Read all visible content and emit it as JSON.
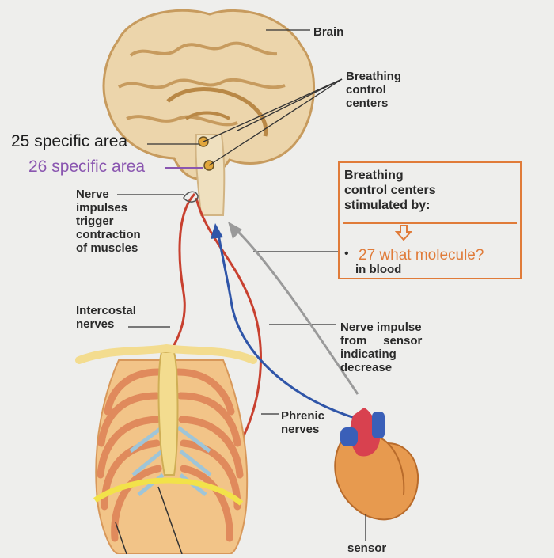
{
  "labels": {
    "brain": "Brain",
    "breathing_control_centers": "Breathing\ncontrol\ncenters",
    "area25": "25 specific area",
    "area26": "26 specific area",
    "nerve_impulses": "Nerve\nimpulses\ntrigger\ncontraction\nof muscles",
    "intercostal": "Intercostal\nnerves",
    "phrenic": "Phrenic\nnerves",
    "nerve_impulse_sensor": "Nerve impulse\nfrom     sensor\nindicating\ndecrease",
    "sensor": "sensor"
  },
  "box": {
    "title": "Breathing\ncontrol centers\nstimulated by:",
    "question": "27 what molecule?",
    "subtext": "in blood"
  },
  "colors": {
    "box_border": "#e07b39",
    "question_text": "#e07b39",
    "area26_text": "#8a56b0",
    "red_nerve": "#c8402f",
    "blue_nerve": "#2f55a8",
    "gray_arrow": "#9a9a9a",
    "yellow_line": "#f2e24a"
  }
}
